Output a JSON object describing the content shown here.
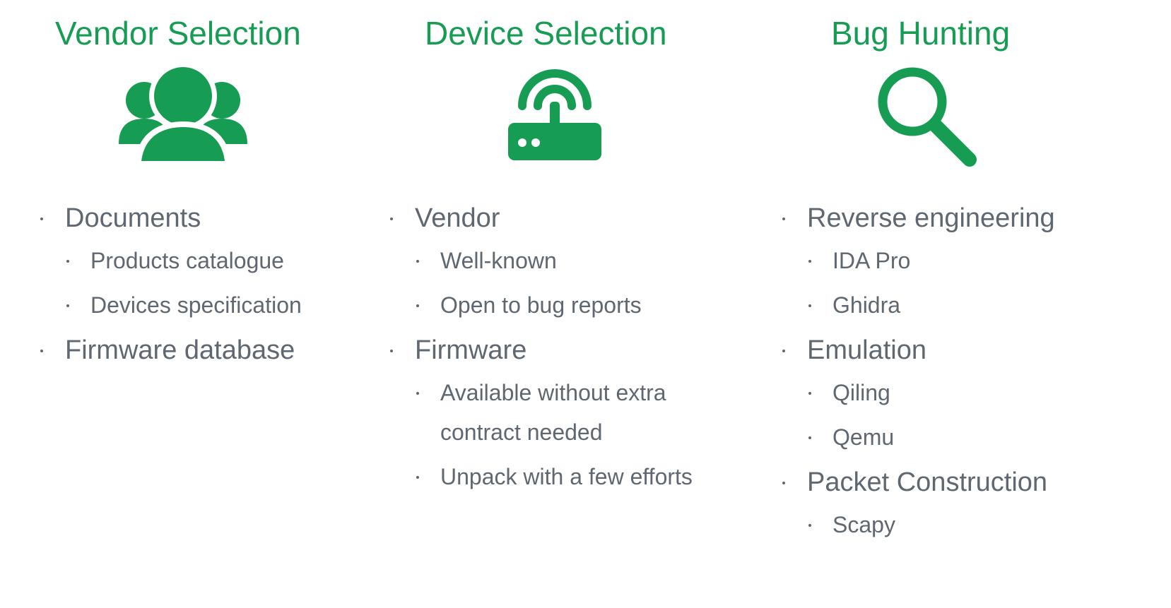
{
  "colors": {
    "accent": "#179c54",
    "text": "#5f6770"
  },
  "columns": [
    {
      "title": "Vendor Selection",
      "icon": "users-group-icon",
      "items": [
        {
          "level": 1,
          "text": "Documents"
        },
        {
          "level": 2,
          "text": "Products catalogue"
        },
        {
          "level": 2,
          "text": "Devices specification"
        },
        {
          "level": 1,
          "text": "Firmware database"
        }
      ]
    },
    {
      "title": "Device Selection",
      "icon": "router-icon",
      "items": [
        {
          "level": 1,
          "text": "Vendor"
        },
        {
          "level": 2,
          "text": "Well-known"
        },
        {
          "level": 2,
          "text": "Open to bug reports"
        },
        {
          "level": 1,
          "text": "Firmware"
        },
        {
          "level": 2,
          "text": "Available without extra contract needed"
        },
        {
          "level": 2,
          "text": "Unpack with a few efforts"
        }
      ]
    },
    {
      "title": "Bug Hunting",
      "icon": "magnifier-icon",
      "items": [
        {
          "level": 1,
          "text": "Reverse engineering"
        },
        {
          "level": 2,
          "text": "IDA Pro"
        },
        {
          "level": 2,
          "text": "Ghidra"
        },
        {
          "level": 1,
          "text": "Emulation"
        },
        {
          "level": 2,
          "text": "Qiling"
        },
        {
          "level": 2,
          "text": "Qemu"
        },
        {
          "level": 1,
          "text": "Packet Construction"
        },
        {
          "level": 2,
          "text": "Scapy"
        }
      ]
    }
  ]
}
